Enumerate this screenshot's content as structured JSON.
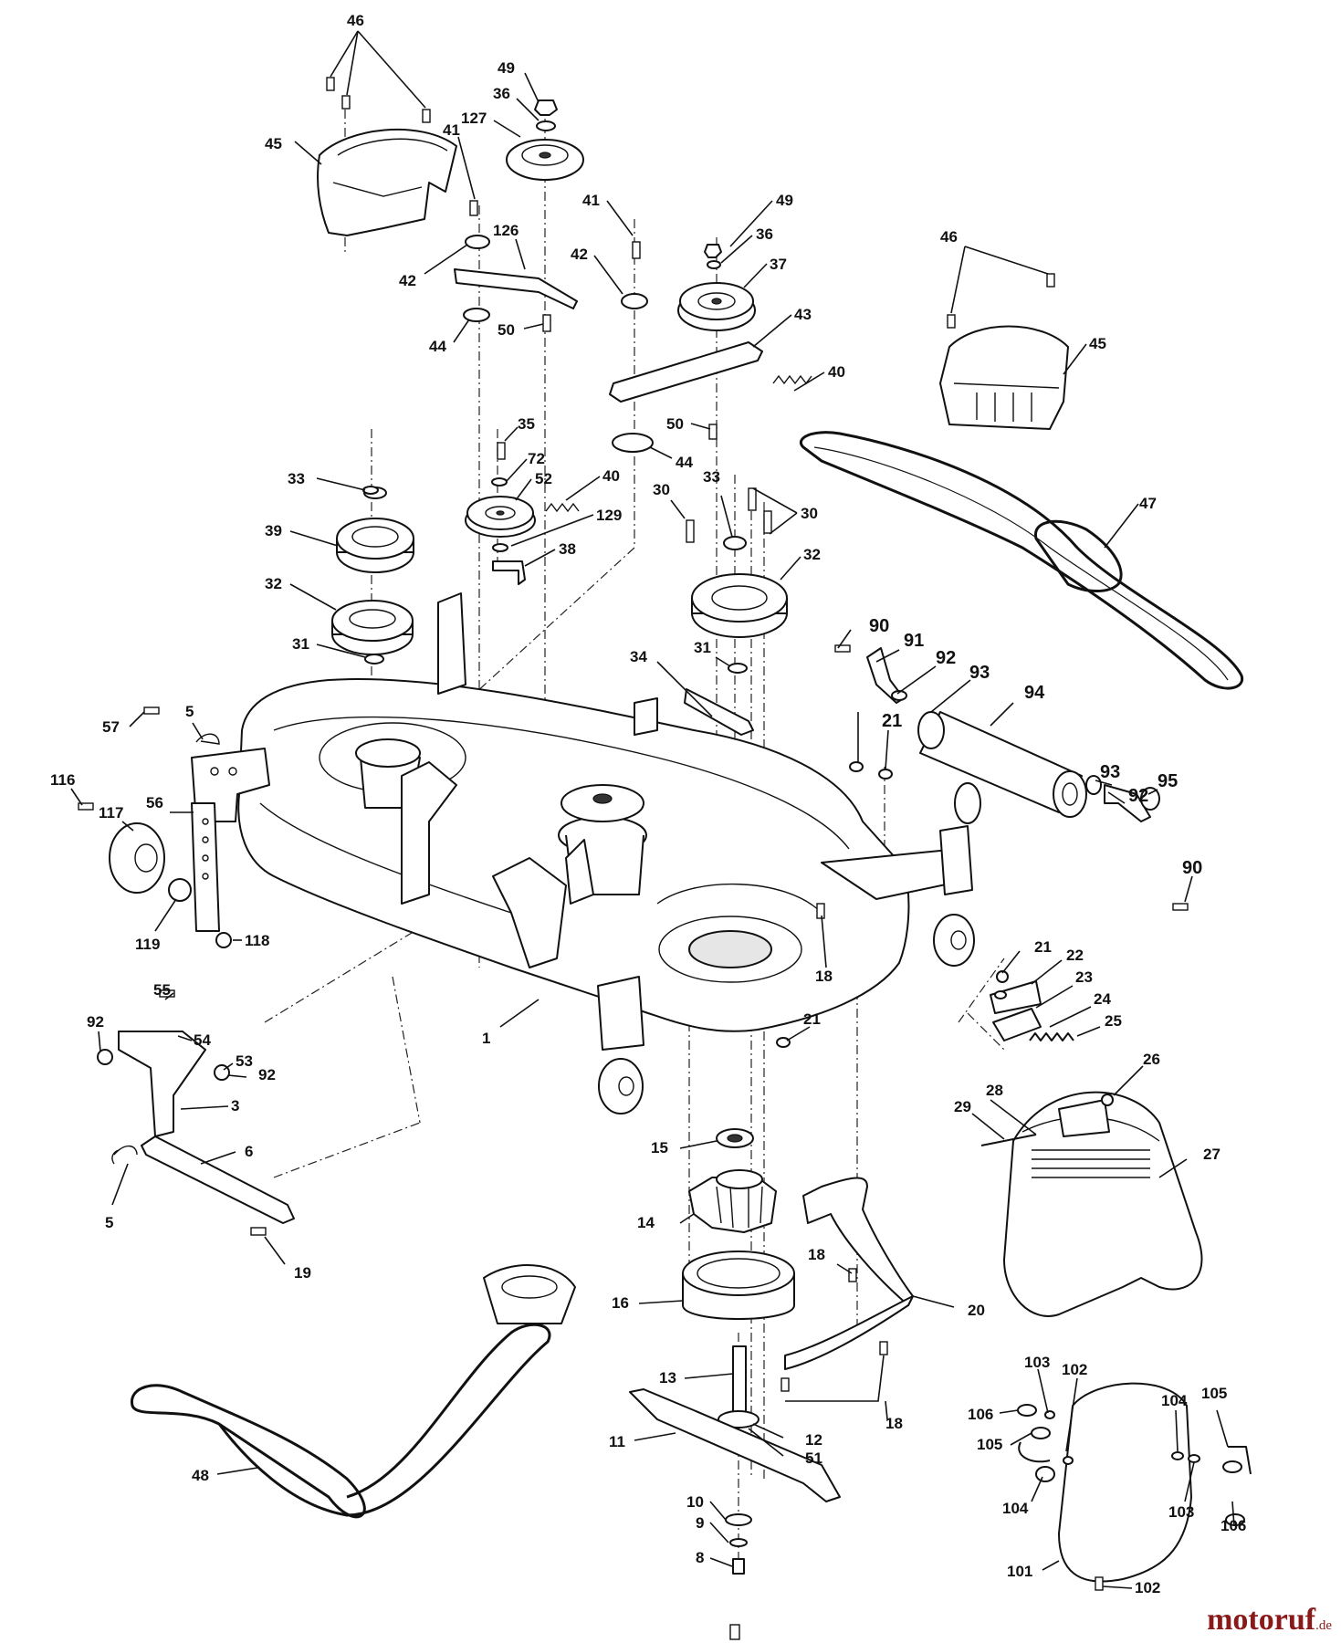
{
  "labels": {
    "l1": "1",
    "l3": "3",
    "l5a": "5",
    "l5b": "5",
    "l6": "6",
    "l8": "8",
    "l9": "9",
    "l10": "10",
    "l11": "11",
    "l12": "12",
    "l13": "13",
    "l14": "14",
    "l15": "15",
    "l16": "16",
    "l18a": "18",
    "l18b": "18",
    "l18c": "18",
    "l19": "19",
    "l20": "20",
    "l21a": "21",
    "l21b": "21",
    "l21c": "21",
    "l22": "22",
    "l23": "23",
    "l24": "24",
    "l25": "25",
    "l26": "26",
    "l27": "27",
    "l28": "28",
    "l29": "29",
    "l30a": "30",
    "l30b": "30",
    "l31a": "31",
    "l31b": "31",
    "l32a": "32",
    "l32b": "32",
    "l33a": "33",
    "l33b": "33",
    "l34": "34",
    "l35": "35",
    "l36a": "36",
    "l36b": "36",
    "l37": "37",
    "l38": "38",
    "l39": "39",
    "l40a": "40",
    "l40b": "40",
    "l41a": "41",
    "l41b": "41",
    "l42a": "42",
    "l42b": "42",
    "l43": "43",
    "l44a": "44",
    "l44b": "44",
    "l45a": "45",
    "l45b": "45",
    "l46a": "46",
    "l46b": "46",
    "l47": "47",
    "l48": "48",
    "l49a": "49",
    "l49b": "49",
    "l50a": "50",
    "l50b": "50",
    "l51": "51",
    "l52": "52",
    "l53": "53",
    "l54": "54",
    "l55": "55",
    "l56": "56",
    "l57": "57",
    "l72": "72",
    "l90a": "90",
    "l90b": "90",
    "l91": "91",
    "l92a": "92",
    "l92b": "92",
    "l92c": "92",
    "l92d": "92",
    "l93a": "93",
    "l93b": "93",
    "l94": "94",
    "l95": "95",
    "l101": "101",
    "l102a": "102",
    "l102b": "102",
    "l103a": "103",
    "l103b": "103",
    "l104a": "104",
    "l104b": "104",
    "l105a": "105",
    "l105b": "105",
    "l106a": "106",
    "l106b": "106",
    "l116": "116",
    "l117": "117",
    "l118": "118",
    "l119": "119",
    "l126": "126",
    "l127": "127",
    "l129": "129"
  },
  "watermark": {
    "brand": "motoruf",
    "tld": ".de"
  },
  "colors": {
    "line": "#111111",
    "shade": "#e6e6e6",
    "watermark": "#8a1a1a"
  }
}
